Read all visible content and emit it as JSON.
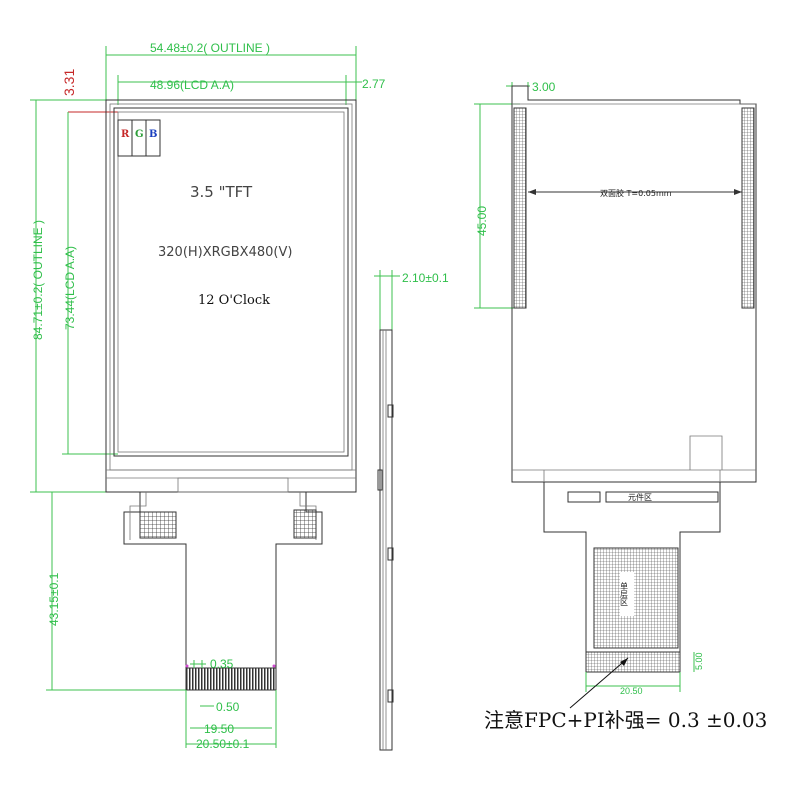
{
  "front_view": {
    "outline_width": "54.48±0.2( OUTLINE )",
    "lcd_aa_width": "48.96(LCD A.A)",
    "right_offset": "2.77",
    "top_offset": "3.31",
    "outline_height": "84.71±0.2( OUTLINE )",
    "lcd_aa_height": "73.44(LCD A.A)",
    "fpc_length": "43.15±0.1",
    "pitch": "0.35",
    "pad_width": "0.50",
    "pins_span": "19.50",
    "fpc_width": "20.50±0.1",
    "rgb": {
      "r": "R",
      "g": "G",
      "b": "B"
    },
    "size_label": "3.5  \"TFT",
    "resolution": "320(H)XRGBX480(V)",
    "viewing": "12 O'Clock"
  },
  "side_view": {
    "thickness": "2.10±0.1"
  },
  "back_view": {
    "top_offset": "3.00",
    "tape_height": "45.00",
    "tape_label": "双面胶 T=0.05mm",
    "component_zone": "元件区",
    "single_layer_zone": "单层区",
    "stiffener_width": "20.50",
    "stiffener_height": "5.00"
  },
  "note": "注意FPC+PI补强= 0.3  ±0.03",
  "colors": {
    "dimension": "#2fbf4a",
    "outline": "#333333",
    "callout": "#c62828",
    "r": "#c62828",
    "g": "#2e9e3a",
    "b": "#1a3fbf"
  }
}
